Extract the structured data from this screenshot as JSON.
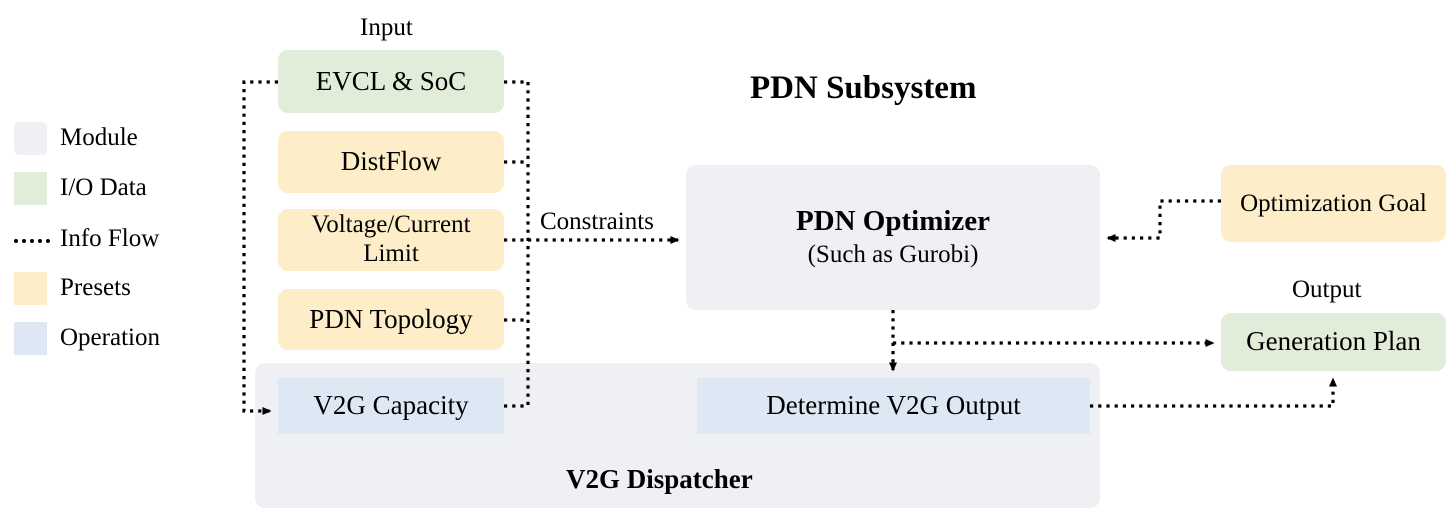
{
  "diagram": {
    "title": "PDN Subsystem",
    "legend": {
      "items": [
        {
          "label": "Module",
          "swatch": "#eef0f4",
          "kind": "swatch"
        },
        {
          "label": "I/O Data",
          "swatch": "#e2edd9",
          "kind": "swatch"
        },
        {
          "label": "Info Flow",
          "swatch": "",
          "kind": "dotted-line"
        },
        {
          "label": "Presets",
          "swatch": "#fdeec9",
          "kind": "swatch"
        },
        {
          "label": "Operation",
          "swatch": "#dde8f4",
          "kind": "swatch"
        }
      ]
    },
    "section_labels": {
      "input": "Input",
      "output": "Output"
    },
    "input_nodes": [
      {
        "label": "EVCL & SoC",
        "type": "iodata"
      },
      {
        "label": "DistFlow",
        "type": "preset"
      },
      {
        "label": "Voltage/Current Limit",
        "type": "preset"
      },
      {
        "label": "PDN Topology",
        "type": "preset"
      }
    ],
    "modules": {
      "pdn_optimizer": {
        "title": "PDN Optimizer",
        "subtitle": "(Such as Gurobi)",
        "type": "module"
      },
      "v2g_dispatcher": {
        "title": "V2G Dispatcher",
        "type": "module"
      }
    },
    "operations": [
      {
        "label": "V2G Capacity",
        "type": "operation"
      },
      {
        "label": "Determine V2G Output",
        "type": "operation"
      }
    ],
    "right_nodes": [
      {
        "label": "Optimization Goal",
        "type": "preset"
      },
      {
        "label": "Generation Plan",
        "type": "iodata"
      }
    ],
    "edge_labels": {
      "constraints": "Constraints"
    },
    "colors": {
      "module": "#eef0f4",
      "io_data": "#e2edd9",
      "presets": "#fdeec9",
      "operation": "#dde8f4",
      "flow_line": "#000000",
      "background": "#ffffff"
    }
  }
}
